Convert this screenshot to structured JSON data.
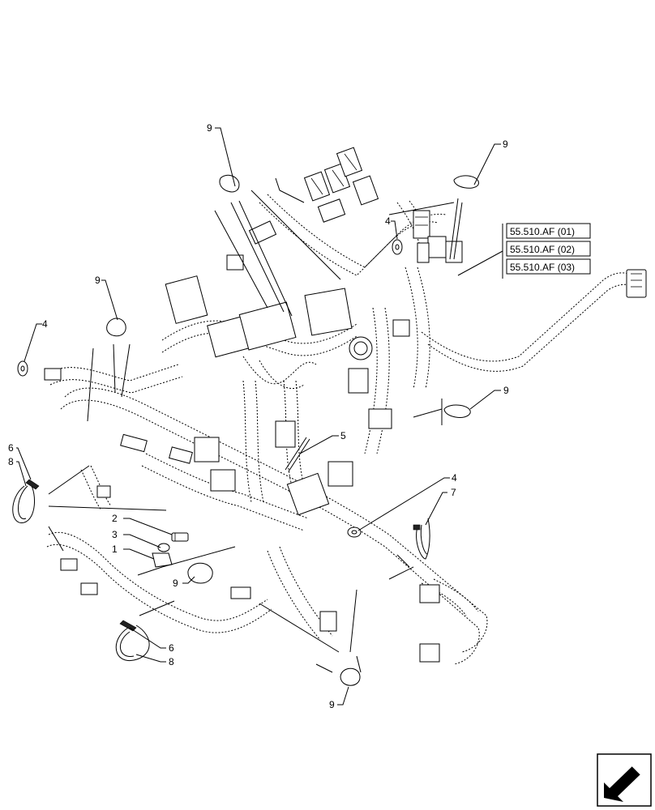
{
  "callouts": {
    "c1": "1",
    "c2": "2",
    "c3": "3",
    "c4a": "4",
    "c4b": "4",
    "c4c": "4",
    "c5": "5",
    "c6a": "6",
    "c6b": "6",
    "c7": "7",
    "c8a": "8",
    "c8b": "8",
    "c9a": "9",
    "c9b": "9",
    "c9c": "9",
    "c9d": "9",
    "c9e": "9",
    "c9f": "9"
  },
  "references": [
    "55.510.AF (01)",
    "55.510.AF (02)",
    "55.510.AF (03)"
  ],
  "icons": {
    "nav": "arrow-back-icon"
  }
}
